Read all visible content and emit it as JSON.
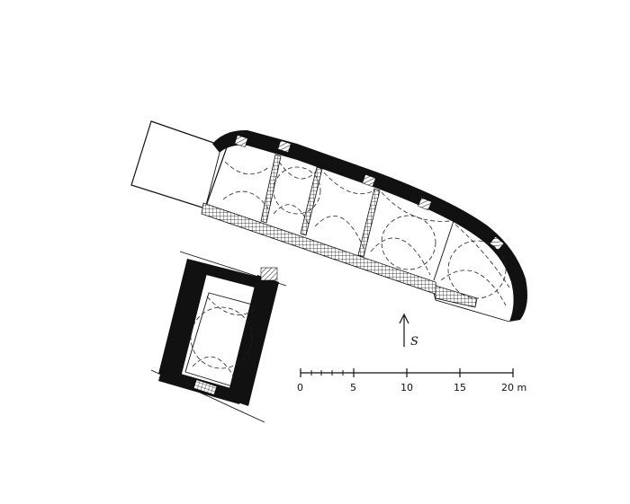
{
  "north_arrow": {
    "label": "S"
  },
  "scale_bar": {
    "unit": "m",
    "ticks": [
      "0",
      "5",
      "10",
      "15",
      "20 m"
    ]
  }
}
